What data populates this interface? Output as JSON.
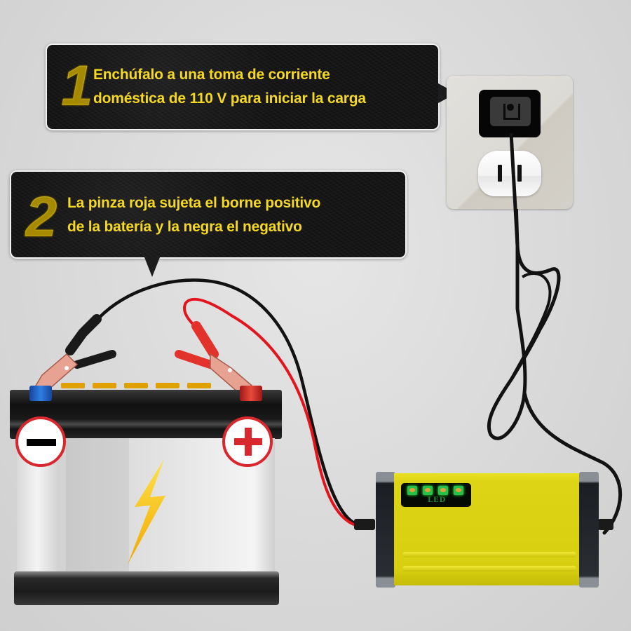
{
  "callouts": [
    {
      "number": "1",
      "lines": [
        "Enchúfalo a una toma de corriente",
        "doméstica de 110 V para iniciar la carga"
      ]
    },
    {
      "number": "2",
      "lines": [
        "La pinza roja sujeta el borne positivo",
        "de la batería y la negra el negativo"
      ]
    }
  ],
  "charger": {
    "led_label": "LED",
    "led_count": 4,
    "body_color": "#d7cf0f",
    "led_color": "#26c04a"
  },
  "battery": {
    "negative_symbol": "minus",
    "positive_symbol": "plus",
    "negative_terminal_color": "#1e5fbf",
    "positive_terminal_color": "#d9272e",
    "center_icon": "lightning-bolt-icon"
  },
  "outlet": {
    "voltage": "110 V"
  },
  "colors": {
    "callout_text": "#f5d81f",
    "callout_bg": "#161616",
    "red_cable": "#e3141b",
    "black_cable": "#111111",
    "background": "#dcdcdc"
  }
}
